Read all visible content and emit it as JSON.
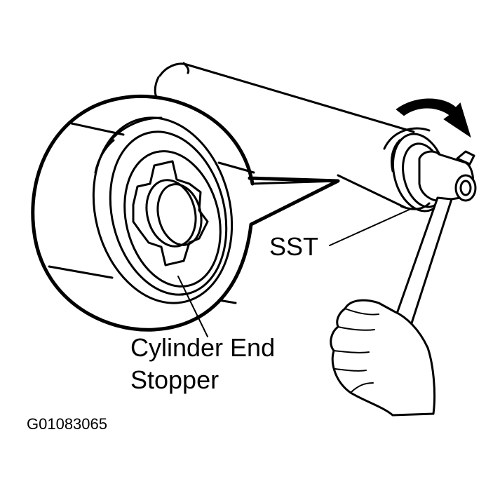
{
  "labels": {
    "sst": "SST",
    "part_line1": "Cylinder End",
    "part_line2": "Stopper",
    "figure_id": "G01083065"
  },
  "colors": {
    "ink": "#000000",
    "paper": "#ffffff"
  },
  "icons": {
    "rotation": "curved-arrow-icon",
    "hand": "hand-icon"
  }
}
